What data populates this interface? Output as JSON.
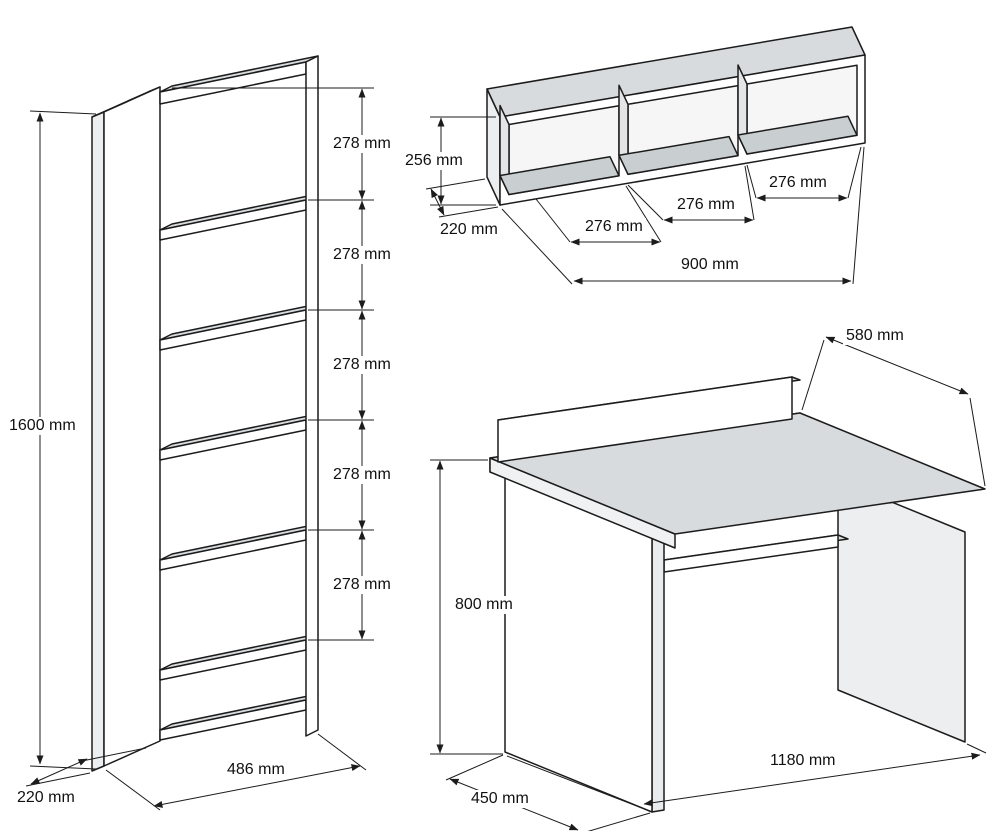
{
  "figure": {
    "background": "#ffffff",
    "line_color": "#1c1c1c",
    "top_face_fill": "#d8dbdd",
    "side_face_fill": "#eceeef",
    "inner_bottom_fill": "#c9ced1"
  },
  "labels": {
    "bookshelf": {
      "height": "1600 mm",
      "gap1": "278 mm",
      "gap2": "278 mm",
      "gap3": "278 mm",
      "gap4": "278 mm",
      "gap5": "278 mm",
      "width": "486 mm",
      "depth": "220 mm"
    },
    "wall_shelf": {
      "height": "256 mm",
      "depth": "220 mm",
      "comp1": "276 mm",
      "comp2": "276 mm",
      "comp3": "276 mm",
      "width": "900 mm"
    },
    "desk": {
      "top_depth": "580 mm",
      "height": "800 mm",
      "depth": "450 mm",
      "width": "1180 mm"
    }
  }
}
